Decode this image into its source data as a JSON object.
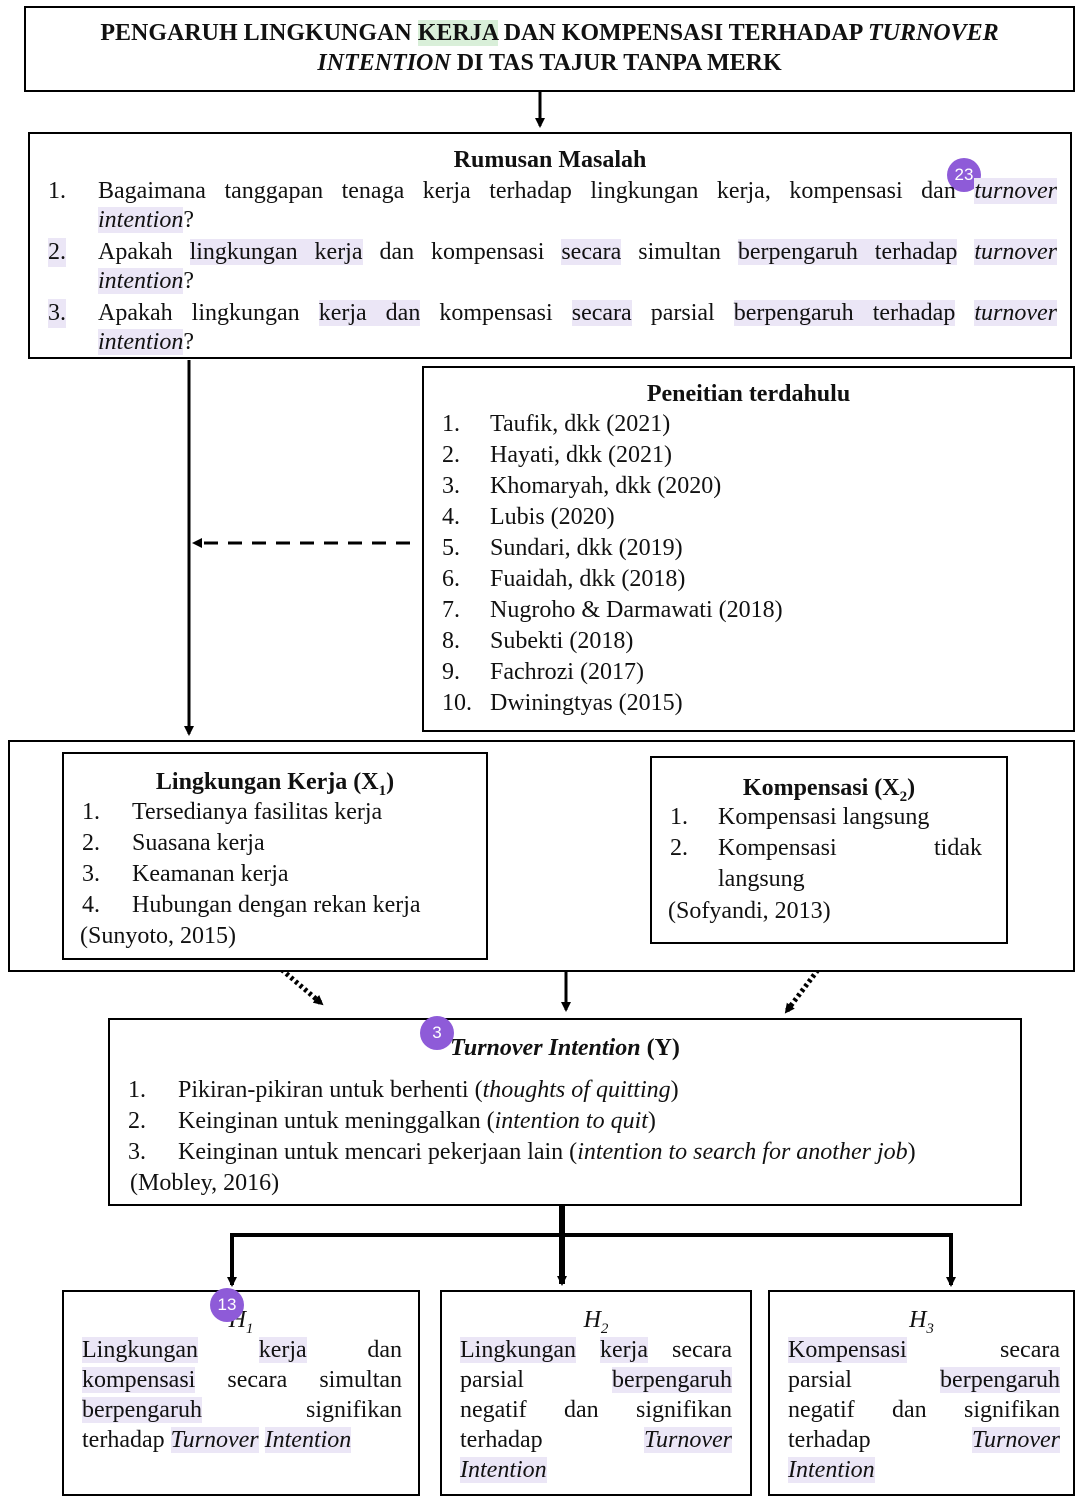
{
  "title": {
    "part1": "PENGARUH LINGKUNGAN ",
    "part2": "KERJA",
    "part3": " DAN KOMPENSASI TERHADAP ",
    "part4": "TURNOVER",
    "line2_ital": "INTENTION",
    "line2_rest": " DI TAS TAJUR TANPA MERK"
  },
  "rumusan": {
    "heading": "Rumusan Masalah",
    "badge": "23",
    "items": [
      {
        "num": "1.",
        "line1": "Bagaimana tanggapan tenaga kerja terhadap lingkungan kerja, kompensasi dan ",
        "line1_ital": "turnover",
        "line2_ital": "intention",
        "line2_rest": "?"
      },
      {
        "num": "2.",
        "a": "Apakah ",
        "b": "lingkungan kerja",
        "c": " dan kompensasi ",
        "d": "secara",
        "e": " simultan ",
        "f": "berpengaruh terhadap",
        "g": " ",
        "h": "turnover",
        "line2_ital": "intention",
        "line2_rest": "?"
      },
      {
        "num": "3.",
        "a": "Apakah lingkungan ",
        "b": "kerja dan",
        "c": " kompensasi ",
        "d": "secara",
        "e": " parsial ",
        "f": "berpengaruh terhadap",
        "g": " ",
        "h": "turnover",
        "line2_ital": "intention",
        "line2_rest": "?"
      }
    ]
  },
  "penelitian": {
    "heading": "Peneitian terdahulu",
    "items": [
      {
        "num": "1.",
        "text": "Taufik, dkk (2021)"
      },
      {
        "num": "2.",
        "text": "Hayati, dkk (2021)"
      },
      {
        "num": "3.",
        "text": "Khomaryah, dkk (2020)"
      },
      {
        "num": "4.",
        "text": "Lubis (2020)"
      },
      {
        "num": "5.",
        "text": "Sundari, dkk (2019)"
      },
      {
        "num": "6.",
        "text": "Fuaidah, dkk (2018)"
      },
      {
        "num": "7.",
        "text": "Nugroho & Darmawati (2018)"
      },
      {
        "num": "8.",
        "text": "Subekti (2018)"
      },
      {
        "num": "9.",
        "text": "Fachrozi (2017)"
      },
      {
        "num": "10.",
        "text": "Dwiningtyas (2015)"
      }
    ]
  },
  "x1": {
    "heading": "Lingkungan Kerja (X",
    "sub": "1",
    "close": ")",
    "items": [
      {
        "num": "1.",
        "text": "Tersedianya fasilitas kerja"
      },
      {
        "num": "2.",
        "text": "Suasana kerja"
      },
      {
        "num": "3.",
        "text": "Keamanan kerja"
      },
      {
        "num": "4.",
        "text": "Hubungan dengan rekan kerja"
      }
    ],
    "source": "(Sunyoto, 2015)"
  },
  "x2": {
    "heading": "Kompensasi (X",
    "sub": "2",
    "close": ")",
    "items": [
      {
        "num": "1.",
        "text": "Kompensasi langsung"
      },
      {
        "num": "2.",
        "text_a": "Kompensasi",
        "text_b": "tidak",
        "text_c": "langsung"
      }
    ],
    "source": "(Sofyandi, 2013)"
  },
  "y": {
    "heading_ital": "Turnover Intention",
    "heading_rest": " (Y)",
    "badge": "3",
    "items": [
      {
        "num": "1.",
        "text": "Pikiran-pikiran untuk berhenti (",
        "ital": "thoughts of quitting",
        "end": ")"
      },
      {
        "num": "2.",
        "text": "Keinginan untuk meninggalkan (",
        "ital": "intention to quit",
        "end": ")"
      },
      {
        "num": "3.",
        "text": "Keinginan untuk mencari pekerjaan lain (",
        "ital": "intention to search for another job",
        "end": ")"
      }
    ],
    "source": "(Mobley, 2016)"
  },
  "hypotheses": [
    {
      "label": "H",
      "sub": "1",
      "badge": "13",
      "lines": [
        "Lingkungan kerja dan",
        "kompensasi secara simultan",
        "berpengaruh signifikan",
        "terhadap Turnover Intention"
      ]
    },
    {
      "label": "H",
      "sub": "2",
      "lines": [
        "Lingkungan kerja secara",
        "parsial berpengaruh",
        "negatif dan signifikan",
        "terhadap Turnover",
        "Intention"
      ]
    },
    {
      "label": "H",
      "sub": "3",
      "lines": [
        "Kompensasi secara",
        "parsial berpengaruh",
        "negatif dan signifikan",
        "terhadap Turnover",
        "Intention"
      ]
    }
  ]
}
